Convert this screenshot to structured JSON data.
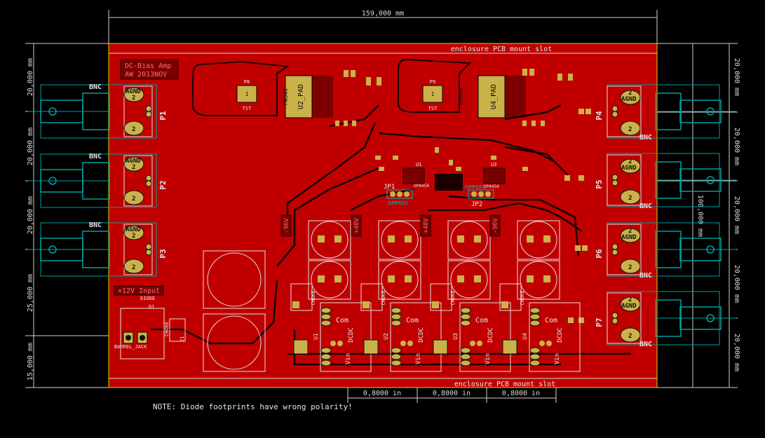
{
  "board": {
    "title_line1": "DC-Bias Amp",
    "title_line2": "AW 2013NOV",
    "power_label": "+12V Input",
    "note": "NOTE: Diode footprints have wrong polarity!",
    "slot_label": "enclosure PCB mount slot",
    "colors": {
      "copper": "#c00000",
      "copper_dark": "#8a0000",
      "pad": "#c9b24a",
      "connector": "#009999",
      "bg": "#000000"
    }
  },
  "dimensions": {
    "width": "159,000 mm",
    "height": "100,000 mm",
    "seg20": "20,000 mm",
    "seg25": "25,000 mm",
    "seg15": "15,000 mm",
    "pitch": "0,8000 in"
  },
  "left_connectors": [
    {
      "ref": "P1",
      "bnc": "BNC",
      "pad_top": "AGND",
      "pad_num": "2"
    },
    {
      "ref": "P2",
      "bnc": "BNC",
      "pad_top": "AGND",
      "pad_num": "2"
    },
    {
      "ref": "P3",
      "bnc": "BNC",
      "pad_top": "AGND",
      "pad_num": "2"
    }
  ],
  "right_connectors": [
    {
      "ref": "P4",
      "bnc": "BNC",
      "pad_top": "AGND",
      "pad_num": "2"
    },
    {
      "ref": "P5",
      "bnc": "BNC",
      "pad_top": "AGND",
      "pad_num": "2"
    },
    {
      "ref": "P6",
      "bnc": "BNC",
      "pad_top": "AGND",
      "pad_num": "2"
    },
    {
      "ref": "P7",
      "bnc": "BNC",
      "pad_top": "AGND",
      "pad_num": "2"
    }
  ],
  "amplifiers": [
    {
      "ref": "U2",
      "pad": "U2_PAD",
      "part": "PA340",
      "test": "P8",
      "tst": "TST"
    },
    {
      "ref": "U4",
      "pad": "U4_PAD",
      "part": "PA340",
      "test": "P9",
      "tst": "TST"
    }
  ],
  "jumpers": [
    {
      "ref": "JP1",
      "label": "JUMPER3"
    },
    {
      "ref": "JP2",
      "label": "JUMPER3"
    }
  ],
  "opamps": [
    {
      "ref": "U1",
      "part": "OPA454"
    },
    {
      "ref": "U3",
      "part": "OPA454"
    }
  ],
  "supplies": [
    {
      "rail": "-96V",
      "dcdc": "DCDC",
      "com": "Com",
      "vin": "Vin",
      "choke": "CHOKE",
      "ref": "U1"
    },
    {
      "rail": "+48V",
      "dcdc": "DCDC",
      "com": "Com",
      "vin": "Vin",
      "choke": "CHOKE",
      "ref": "U2"
    },
    {
      "rail": "+48V",
      "dcdc": "DCDC",
      "com": "Com",
      "vin": "Vin",
      "choke": "CHOKE",
      "ref": "U3"
    },
    {
      "rail": "-96V",
      "dcdc": "DCDC",
      "com": "Com",
      "vin": "Vin",
      "choke": "CHOKE",
      "ref": "U4"
    }
  ],
  "input": {
    "diode": "DIODE",
    "diode_ref": "D1",
    "jack": "BARREL_JACK",
    "choke": "CHOKE",
    "ref": "J1"
  }
}
